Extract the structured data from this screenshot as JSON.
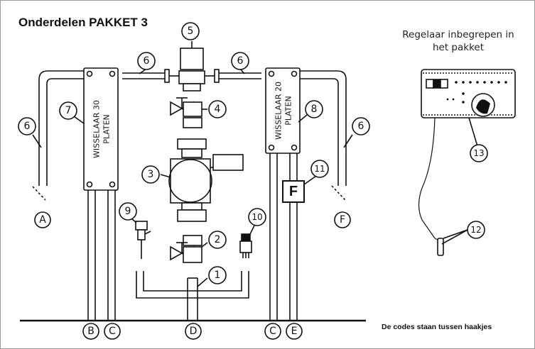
{
  "title": "Onderdelen PAKKET 3",
  "regulator_caption_line1": "Regelaar inbegrepen in",
  "regulator_caption_line2": "het pakket",
  "codes_note": "De codes staan tussen haakjes",
  "heat_exchanger_left": {
    "label_line1": "WISSELAAR 30",
    "label_line2": "PLATEN"
  },
  "heat_exchanger_right": {
    "label_line1": "WISSELAAR 20",
    "label_line2": "PLATEN"
  },
  "flow_meter_label": "F",
  "callouts": [
    "1",
    "2",
    "3",
    "4",
    "5",
    "6",
    "6",
    "6",
    "6",
    "7",
    "8",
    "9",
    "10",
    "11",
    "12",
    "13"
  ],
  "ports": [
    "A",
    "B",
    "C",
    "D",
    "C",
    "E",
    "F"
  ],
  "colors": {
    "line": "#111111",
    "frame": "#9a9a9a",
    "background": "#ffffff"
  }
}
